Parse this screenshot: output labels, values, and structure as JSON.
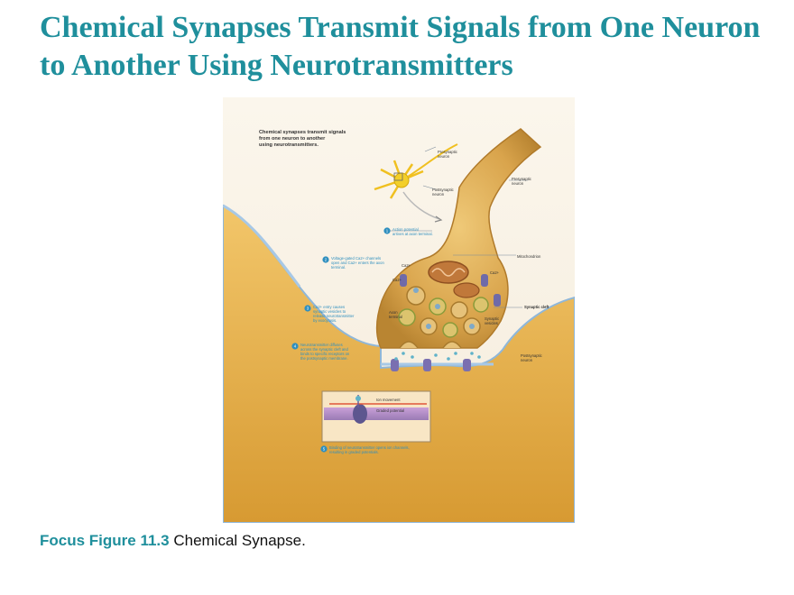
{
  "slide": {
    "title": "Chemical Synapses Transmit Signals from One Neuron to Another Using Neurotransmitters",
    "caption_label": "Focus Figure 11.3",
    "caption_text": " Chemical Synapse."
  },
  "figure": {
    "heading": [
      "Chemical synapses transmit signals",
      "from one neuron to another",
      "using neurotransmitters."
    ],
    "labels": {
      "presynaptic_neuron_inset": [
        "Presynaptic",
        "neuron"
      ],
      "postsynaptic_neuron_inset": [
        "Postsynaptic",
        "neuron"
      ],
      "presynaptic_neuron": [
        "Presynaptic",
        "neuron"
      ],
      "mitochondrion": "Mitochondrion",
      "ca_1": "Ca2+",
      "ca_2": "Ca2+",
      "ca_3": "Ca2+",
      "synaptic_cleft": "Synaptic cleft",
      "axon_terminal": [
        "Axon",
        "terminal"
      ],
      "synaptic_vesicles": [
        "Synaptic",
        "vesicles"
      ],
      "postsynaptic_neuron": [
        "Postsynaptic",
        "neuron"
      ],
      "ion_movement": "Ion movement",
      "graded_potential": "Graded potential"
    },
    "steps": [
      {
        "num": "1",
        "lines": [
          "Action potential",
          "arrives at axon terminal."
        ]
      },
      {
        "num": "2",
        "lines": [
          "Voltage-gated Ca2+ channels",
          "open and Ca2+ enters the axon",
          "terminal."
        ]
      },
      {
        "num": "3",
        "lines": [
          "Ca2+ entry causes",
          "synaptic vesicles to",
          "release neurotransmitter",
          "by exocytosis."
        ]
      },
      {
        "num": "4",
        "lines": [
          "Neurotransmitter diffuses",
          "across the synaptic cleft and",
          "binds to specific receptors on",
          "the postsynaptic membrane."
        ]
      },
      {
        "num": "5",
        "lines": [
          "Binding of neurotransmitter opens ion channels,",
          "resulting in graded potentials."
        ]
      }
    ]
  }
}
